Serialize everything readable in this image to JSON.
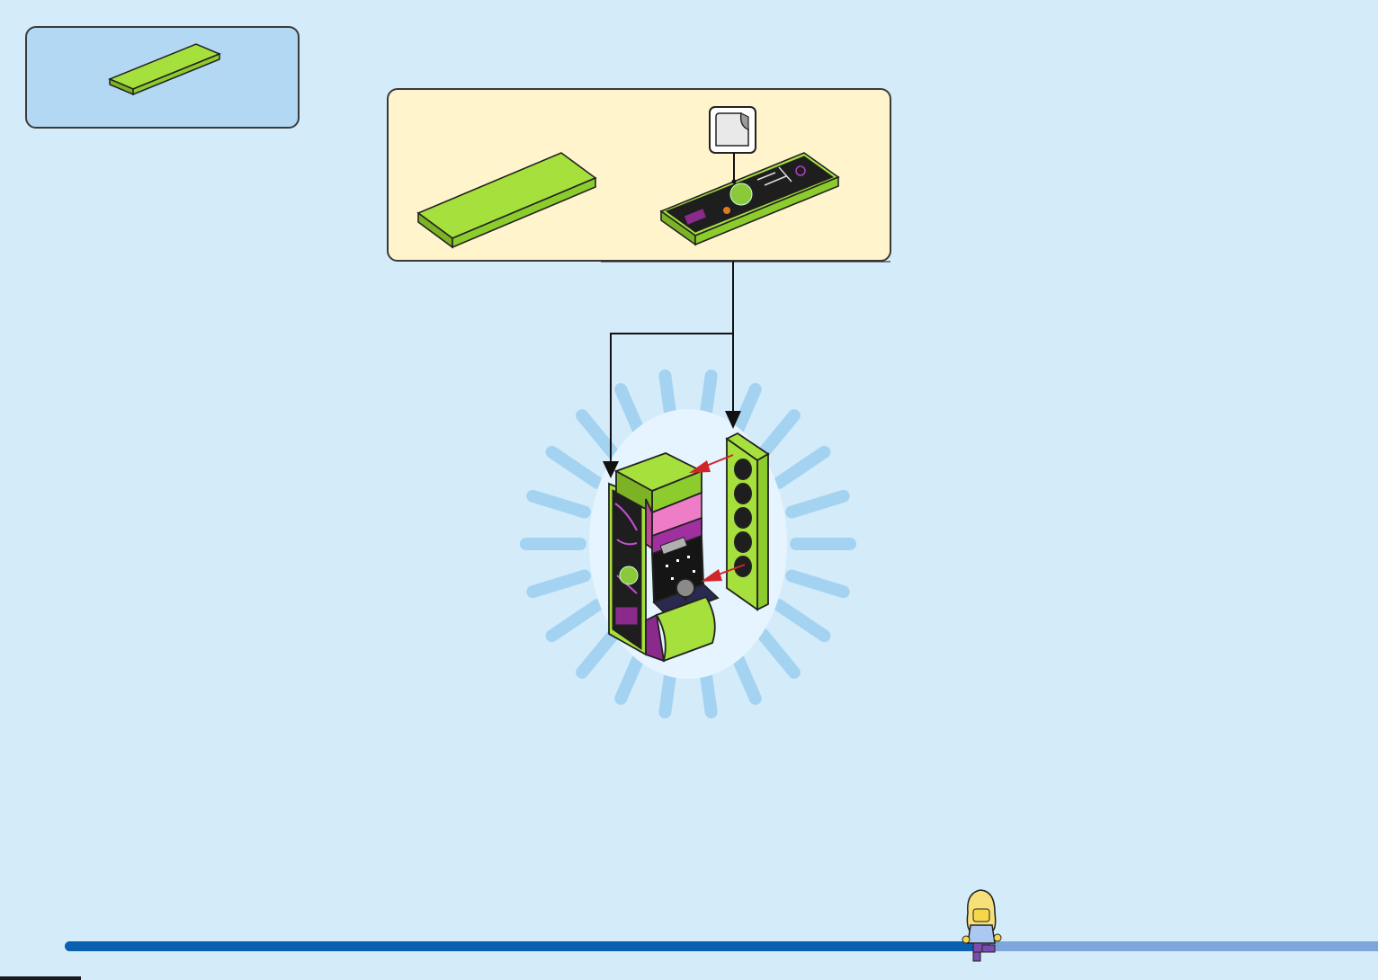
{
  "page": {
    "background_color": "#d4ebfa",
    "parts_box_color": "#b3d8f3",
    "sub_assembly_box_color": "#fff4cc"
  },
  "parts_list": [
    {
      "part": "lime-green-tile-1x4",
      "color": "#a6e03c"
    }
  ],
  "sub_assembly": {
    "parts": [
      {
        "part": "lime-green-tile-1x4",
        "color": "#a6e03c"
      },
      {
        "part": "decorated-tile-with-sticker",
        "color": "#1e1e1e",
        "sticker_icon": "sticker-icon"
      }
    ]
  },
  "main_model": {
    "name_icon": "arcade-cabinet-model",
    "arrow_color": "#d0262a",
    "glow_color": "#9ccff0"
  },
  "progress": {
    "fraction": 0.704,
    "fill_color": "#0a5fae",
    "track_color": "#7fa6dc",
    "marker_icon": "minifigure-icon"
  }
}
